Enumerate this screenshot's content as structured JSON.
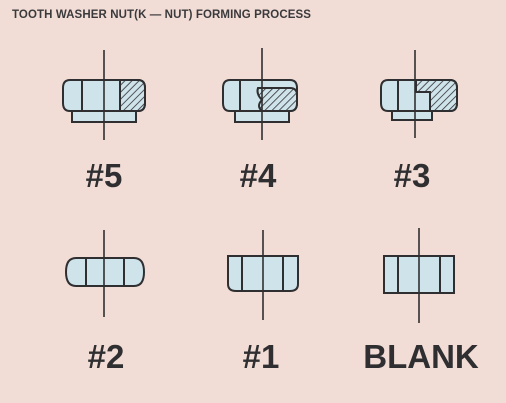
{
  "title": "TOOTH WASHER NUT(K — NUT)  FORMING PROCESS",
  "stages": [
    {
      "label": "#5"
    },
    {
      "label": "#4"
    },
    {
      "label": "#3"
    },
    {
      "label": "#2"
    },
    {
      "label": "#1"
    },
    {
      "label": "BLANK"
    }
  ],
  "colors": {
    "background": "#f2dcd6",
    "part_fill": "#cfe3ea",
    "outline": "#2f2f31",
    "hatch": "#2f2f31"
  }
}
